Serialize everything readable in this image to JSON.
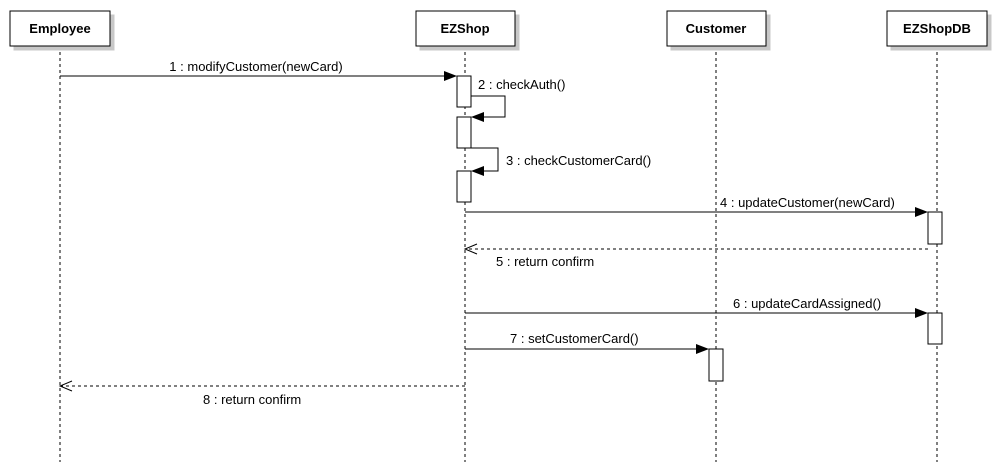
{
  "participants": [
    {
      "id": "employee",
      "name": "Employee"
    },
    {
      "id": "ezshop",
      "name": "EZShop"
    },
    {
      "id": "customer",
      "name": "Customer"
    },
    {
      "id": "ezshopdb",
      "name": "EZShopDB"
    }
  ],
  "messages": [
    {
      "label": "1 : modifyCustomer(newCard)",
      "from": "employee",
      "to": "ezshop",
      "kind": "sync"
    },
    {
      "label": "2 : checkAuth()",
      "from": "ezshop",
      "to": "ezshop",
      "kind": "self"
    },
    {
      "label": "3 : checkCustomerCard()",
      "from": "ezshop",
      "to": "ezshop",
      "kind": "self"
    },
    {
      "label": "4 : updateCustomer(newCard)",
      "from": "ezshop",
      "to": "ezshopdb",
      "kind": "sync"
    },
    {
      "label": "5 : return confirm",
      "from": "ezshopdb",
      "to": "ezshop",
      "kind": "return"
    },
    {
      "label": "6 : updateCardAssigned()",
      "from": "ezshop",
      "to": "ezshopdb",
      "kind": "sync"
    },
    {
      "label": "7 : setCustomerCard()",
      "from": "ezshop",
      "to": "customer",
      "kind": "sync"
    },
    {
      "label": "8 : return confirm",
      "from": "ezshop",
      "to": "employee",
      "kind": "return"
    }
  ]
}
